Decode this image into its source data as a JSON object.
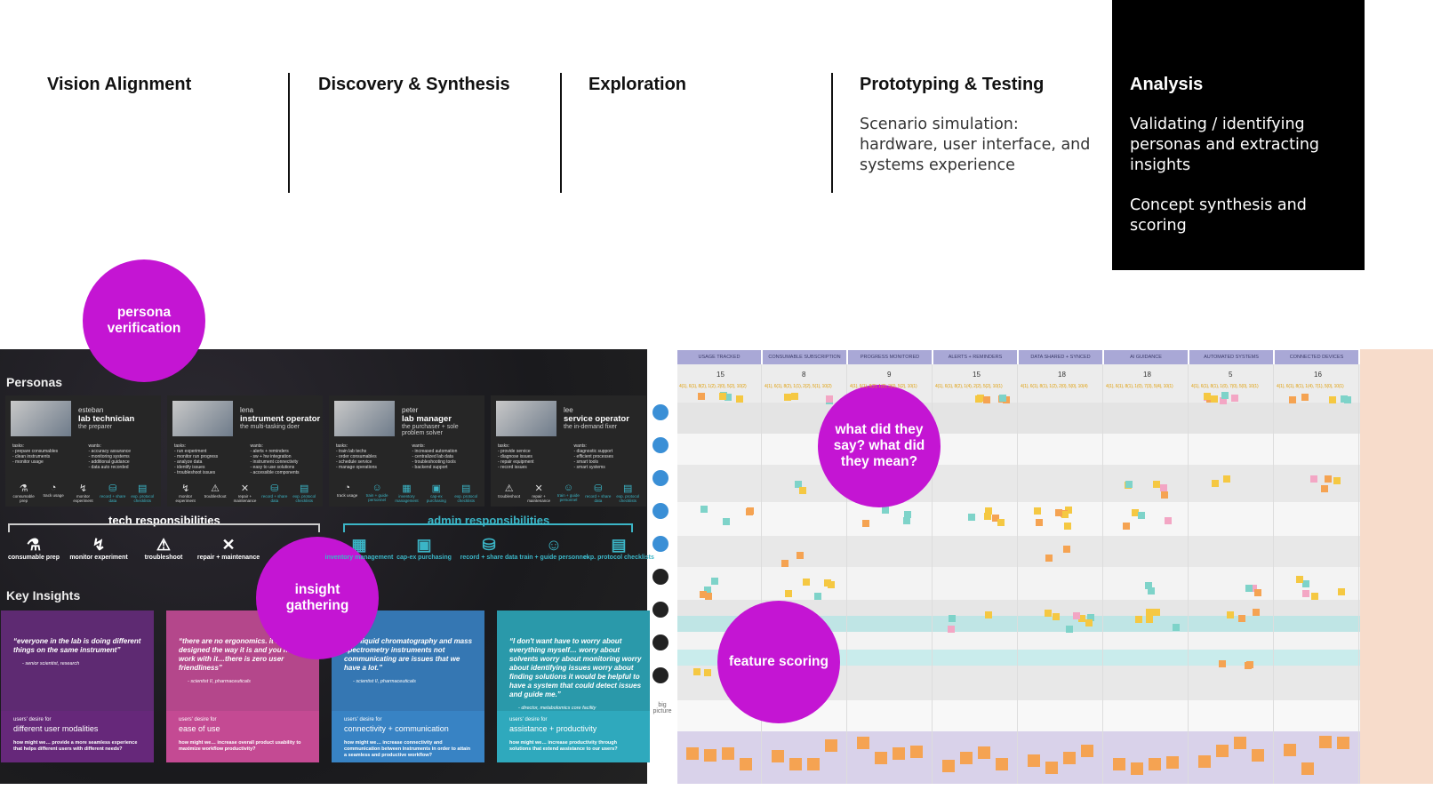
{
  "phases": [
    {
      "title": "Vision Alignment"
    },
    {
      "title": "Discovery & Synthesis"
    },
    {
      "title": "Exploration"
    },
    {
      "title": "Prototyping & Testing",
      "desc": "Scenario simulation: hardware, user interface, and systems experience"
    },
    {
      "title": "Analysis",
      "desc": "Validating / identifying personas and extracting insights",
      "desc2": "Concept synthesis and scoring"
    }
  ],
  "callouts": {
    "persona": "persona verification",
    "insight": "insight gathering",
    "say": "what did they say? what did they mean?",
    "feature": "feature scoring"
  },
  "personas_title": "Personas",
  "personas": [
    {
      "name": "esteban",
      "role": "lab technician",
      "sub": "the preparer",
      "tasks": "tasks:\n- prepare consumables\n- clean instruments\n- monitor usage",
      "wants": "wants:\n- accuracy assurance\n- monitoring systems\n- additional guidance\n- data auto recorded",
      "icons": [
        {
          "l": "consumable prep",
          "g": "⚗"
        },
        {
          "l": "track usage",
          "g": "◔"
        },
        {
          "l": "monitor experiment",
          "g": "↯"
        },
        {
          "l": "record + share data",
          "g": "⛁",
          "t": 1
        },
        {
          "l": "exp. protocol checklists",
          "g": "▤",
          "t": 1
        }
      ]
    },
    {
      "name": "lena",
      "role": "instrument operator",
      "sub": "the multi-tasking doer",
      "tasks": "tasks:\n- run experiment\n- monitor run progress\n- analyze data\n- identify issues\n- troubleshoot issues",
      "wants": "wants:\n- alerts + reminders\n- sw + hw integration\n- instrument connectivity\n- easy to use solutions\n- accessible components",
      "icons": [
        {
          "l": "monitor experiment",
          "g": "↯"
        },
        {
          "l": "troubleshoot",
          "g": "⚠"
        },
        {
          "l": "repair + maintenance",
          "g": "✕"
        },
        {
          "l": "record + share data",
          "g": "⛁",
          "t": 1
        },
        {
          "l": "exp. protocol checklists",
          "g": "▤",
          "t": 1
        }
      ]
    },
    {
      "name": "peter",
      "role": "lab manager",
      "sub": "the purchaser + sole problem solver",
      "tasks": "tasks:\n- train lab techs\n- order consumables\n- schedule service\n- manage operations",
      "wants": "wants:\n- increased automation\n- centralized lab data\n- troubleshooting tools\n- backend support",
      "icons": [
        {
          "l": "track usage",
          "g": "◔"
        },
        {
          "l": "train + guide personnel",
          "g": "☺",
          "t": 1
        },
        {
          "l": "inventory management",
          "g": "▦",
          "t": 1
        },
        {
          "l": "cap-ex purchasing",
          "g": "▣",
          "t": 1
        },
        {
          "l": "exp. protocol checklists",
          "g": "▤",
          "t": 1
        }
      ]
    },
    {
      "name": "lee",
      "role": "service operator",
      "sub": "the in-demand fixer",
      "tasks": "tasks:\n- provide service\n- diagnose issues\n- repair equipment\n- record issues",
      "wants": "wants:\n- diagnostic support\n- efficient processes\n- smart tools\n- smart systems",
      "icons": [
        {
          "l": "troubleshoot",
          "g": "⚠"
        },
        {
          "l": "repair + maintenance",
          "g": "✕"
        },
        {
          "l": "train + guide personnel",
          "g": "☺",
          "t": 1
        },
        {
          "l": "record + share data",
          "g": "⛁",
          "t": 1
        },
        {
          "l": "exp. protocol checklists",
          "g": "▤",
          "t": 1
        }
      ]
    }
  ],
  "tech": {
    "title": "tech responsibilities",
    "items": [
      {
        "l": "consumable prep",
        "g": "⚗"
      },
      {
        "l": "monitor experiment",
        "g": "↯"
      },
      {
        "l": "troubleshoot",
        "g": "⚠"
      },
      {
        "l": "repair + maintenance",
        "g": "✕"
      }
    ]
  },
  "admin": {
    "title": "admin responsibilities",
    "items": [
      {
        "l": "inventory management",
        "g": "▦"
      },
      {
        "l": "cap-ex purchasing",
        "g": "▣"
      },
      {
        "l": "record + share data",
        "g": "⛁"
      },
      {
        "l": "train + guide personnel",
        "g": "☺"
      },
      {
        "l": "exp. protocol checklists",
        "g": "▤"
      }
    ]
  },
  "insights_title": "Key Insights",
  "insights": [
    {
      "quote": "“everyone in the lab is doing different things on the same instrument”",
      "attr": "- senior scientist, research",
      "d1": "users' desire for",
      "d2": "different user modalities",
      "d3": "how might we… provide a more seamless experience that helps different users with different needs?",
      "color": "#5e2a72",
      "color2": "#66287a"
    },
    {
      "quote": "“there are no ergonomics. it is designed the way it is and you have to work with it…there is zero user friendliness”",
      "attr": "- scientist II, pharmaceuticals",
      "d1": "users' desire for",
      "d2": "ease of use",
      "d3": "how might we… increase overall product usability to maximize workflow productivity?",
      "color": "#b4478b",
      "color2": "#c44a93"
    },
    {
      "quote": "“the liquid chromatography and mass spectrometry instruments not communicating are issues that we have a lot.”",
      "attr": "- scientist II, pharmaceuticals",
      "d1": "users' desire for",
      "d2": "connectivity + communication",
      "d3": "how might we… increase connectivity and communication between instruments in order to attain a seamless and productive workflow?",
      "color": "#3577b3",
      "color2": "#3883c4"
    },
    {
      "quote": "“I don't want have to worry about everything myself… worry about solvents worry about monitoring worry about identifying issues worry about finding solutions it would be helpful to have a system that could detect issues and guide me.”",
      "attr": "- director, metabolomics core facility",
      "d1": "users' desire for",
      "d2": "assistance + productivity",
      "d3": "how might we… increase productivity through solutions that extend assistance to our users?",
      "color": "#2a99aa",
      "color2": "#2fa9bd"
    }
  ],
  "strip": {
    "label": "big picture"
  },
  "matrix": {
    "columns": [
      {
        "h": "USAGE TRACKED",
        "n": "15",
        "t": "4(1), 6(1), 8(2), 1(2), 2(0), 5(2), 10(2)"
      },
      {
        "h": "CONSUMABLE SUBSCRIPTION",
        "n": "8",
        "t": "4(1), 6(1), 8(2), 1(1), 2(2), 5(1), 10(2)"
      },
      {
        "h": "PROGRESS MONITORED",
        "n": "9",
        "t": "4(1), 6(1), 8(2), 1(2), 2(0), 5(2), 10(1)"
      },
      {
        "h": "ALERTS + REMINDERS",
        "n": "15",
        "t": "4(1), 6(1), 8(2), 1(4), 2(2), 5(2), 10(1)"
      },
      {
        "h": "DATA SHARED + SYNCED",
        "n": "18",
        "t": "4(1), 6(1), 8(1), 1(2), 2(0), 5(0), 10(4)"
      },
      {
        "h": "AI GUIDANCE",
        "n": "18",
        "t": "4(1), 6(1), 8(1), 1(0), 7(3), 5(4), 10(1)"
      },
      {
        "h": "AUTOMATED SYSTEMS",
        "n": "5",
        "t": "4(1), 6(1), 8(1), 1(0), 7(0), 5(0), 10(1)"
      },
      {
        "h": "CONNECTED DEVICES",
        "n": "16",
        "t": "4(1), 6(1), 8(1), 1(4), 7(1), 5(0), 10(1)"
      }
    ]
  },
  "colors": {
    "accent": "#c415d3",
    "teal": "#3bb5c6",
    "header": "#a9a8d6"
  }
}
